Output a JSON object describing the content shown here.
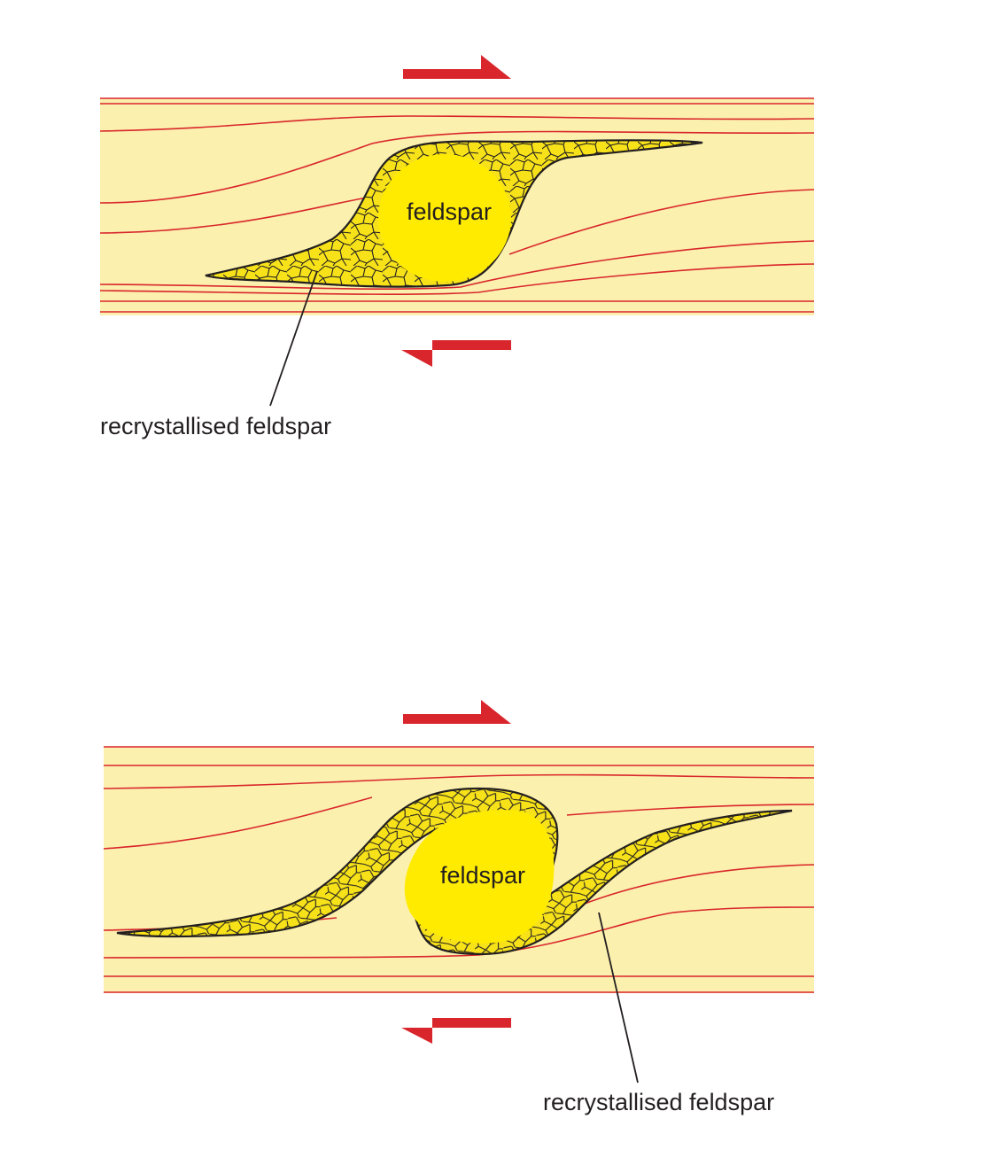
{
  "colors": {
    "band": "#fbf0ad",
    "foliation_line": "#d9262c",
    "shear_arrow": "#d9262c",
    "feldspar_core": "#ffeb00",
    "recrystallised_fill": "#f7e21a",
    "grain_outline": "#231f20",
    "text": "#231f20",
    "background": "#ffffff"
  },
  "top_diagram": {
    "core_label": "feldspar",
    "callout_label": "recrystallised feldspar",
    "shear_sense": "dextral"
  },
  "bottom_diagram": {
    "core_label": "feldspar",
    "callout_label": "recrystallised feldspar",
    "shear_sense": "dextral"
  }
}
